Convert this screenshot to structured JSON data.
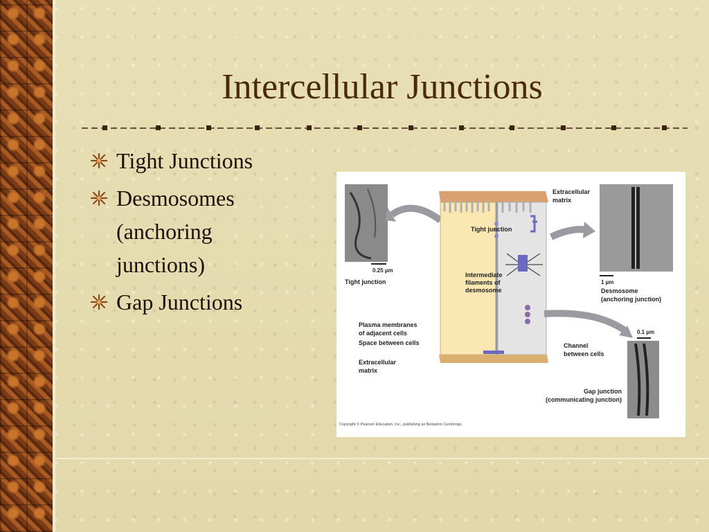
{
  "slide": {
    "title": "Intercellular Junctions",
    "bullets": [
      "Tight Junctions",
      "Desmosomes (anchoring junctions)",
      "Gap Junctions"
    ]
  },
  "figure": {
    "labels": {
      "extracellular_matrix_top": [
        "Extracellular",
        "matrix"
      ],
      "tight_junction": "Tight junction",
      "scale_025": "0.25 µm",
      "tight_junction_caption": "Tight junction",
      "intermediate_filaments": [
        "Intermediate",
        "filaments of",
        "desmosome"
      ],
      "scale_1": "1 µm",
      "desmosome": [
        "Desmosome",
        "(anchoring junction)"
      ],
      "plasma_membranes": [
        "Plasma membranes",
        "of adjacent cells"
      ],
      "space_between": "Space between cells",
      "extracellular_matrix_bottom": [
        "Extracellular",
        "matrix"
      ],
      "scale_01": "0.1 µm",
      "channel": [
        "Channel",
        "between cells"
      ],
      "gap_junction": [
        "Gap junction",
        "(communicating junction)"
      ],
      "copyright": "Copyright © Pearson Education, Inc., publishing as Benjamin Cummings."
    }
  },
  "colors": {
    "title": "#4a2a0a",
    "background": "#e6dcb1",
    "border": "#7a3a16"
  }
}
